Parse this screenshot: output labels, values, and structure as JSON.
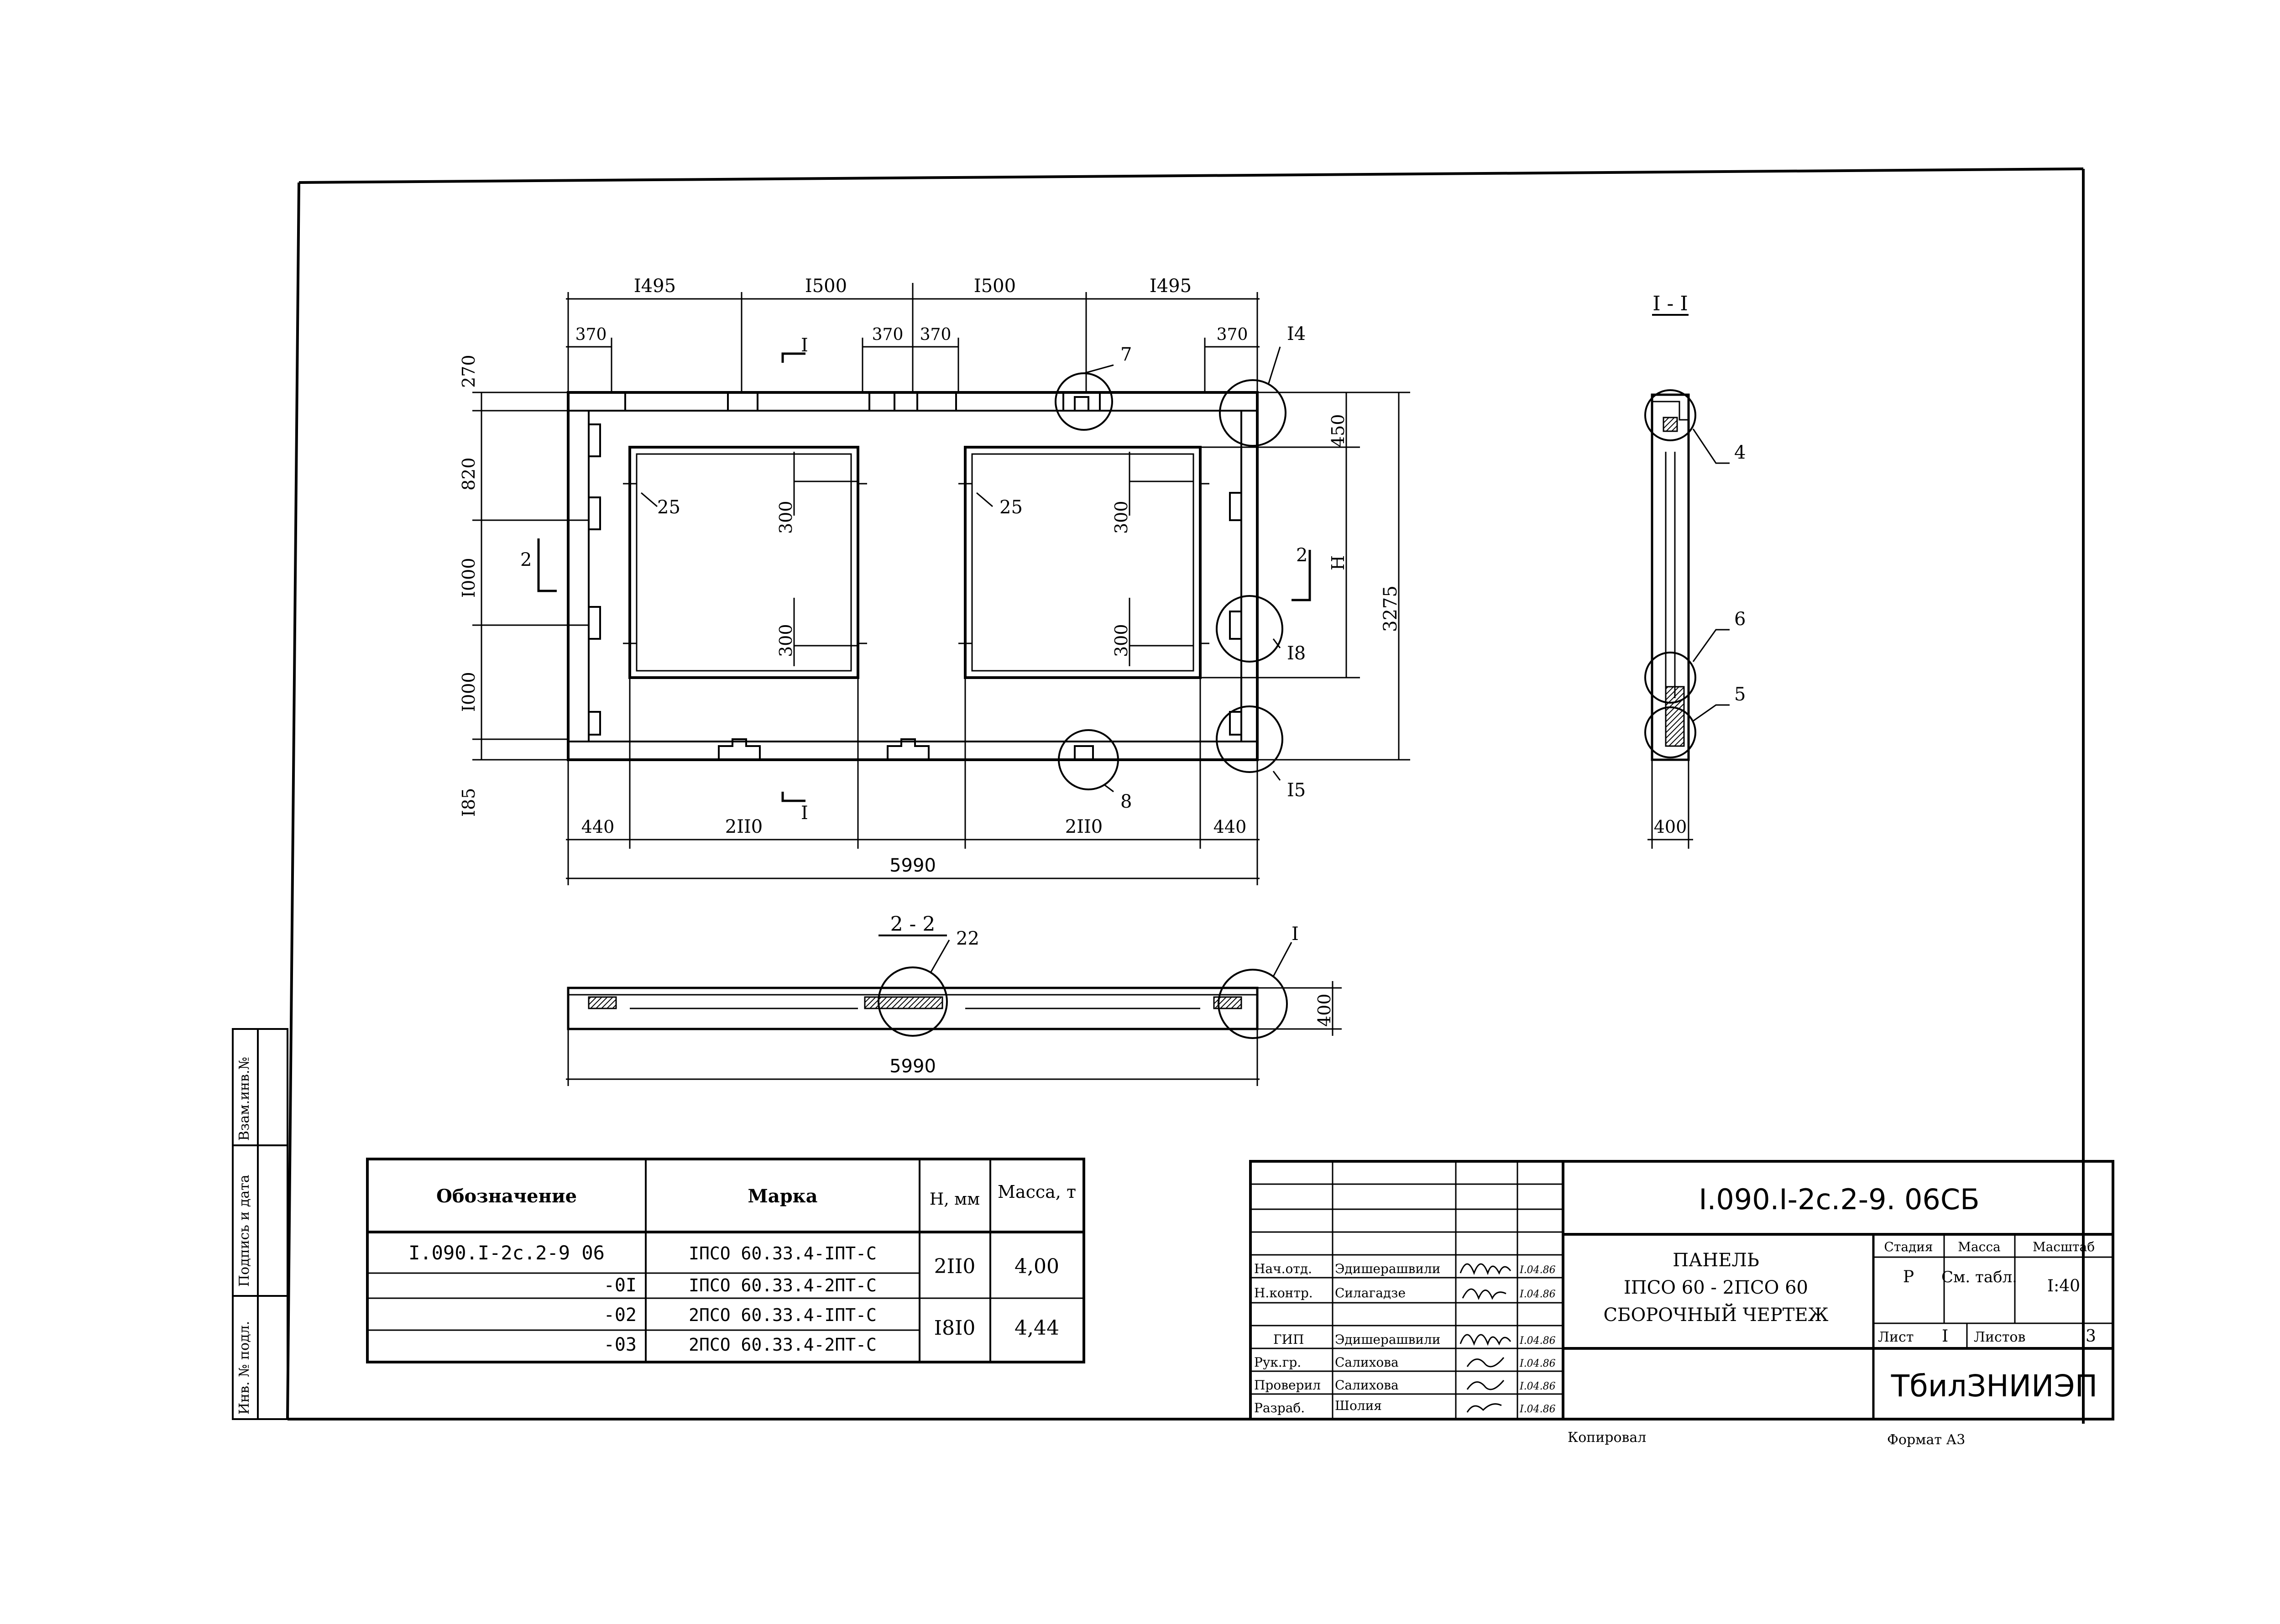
{
  "plan": {
    "dims_top": [
      "I495",
      "I500",
      "I500",
      "I495"
    ],
    "dims_top_small": [
      "370",
      "370",
      "370",
      "370"
    ],
    "dims_left": [
      "270",
      "820",
      "I000",
      "I000",
      "I85"
    ],
    "dims_bottom": [
      "440",
      "2II0",
      "2II0",
      "440"
    ],
    "total_width": "5990",
    "dims_right_450": "450",
    "dim_h": "H",
    "dim_3275": "3275",
    "opening_300": "300",
    "callout_25": "25",
    "callouts": {
      "c7": "7",
      "c8": "8",
      "c14": "I4",
      "c18": "I8",
      "c15": "I5"
    },
    "section_1": "I",
    "section_2": "2"
  },
  "section_11": {
    "title": "I - I",
    "width": "400",
    "callouts": {
      "c4": "4",
      "c6": "6",
      "c5": "5"
    }
  },
  "section_22": {
    "title": "2 - 2",
    "callout_22": "22",
    "callout_1": "I",
    "height": "400",
    "width": "5990"
  },
  "spec_table": {
    "headers": {
      "designation": "Обозначение",
      "mark": "Марка",
      "h": "H, мм",
      "mass": "Масса, т"
    },
    "rows": [
      {
        "designation": "I.090.I-2c.2-9 06",
        "mark": "IПСО 60.33.4-IПТ-С"
      },
      {
        "designation": "-0I",
        "mark": "IПСО 60.33.4-2ПТ-С"
      },
      {
        "designation": "-02",
        "mark": "2ПСО 60.33.4-IПТ-С"
      },
      {
        "designation": "-03",
        "mark": "2ПСО 60.33.4-2ПТ-С"
      }
    ],
    "groups": [
      {
        "h": "2II0",
        "mass": "4,00"
      },
      {
        "h": "I8I0",
        "mass": "4,44"
      }
    ]
  },
  "title_block": {
    "doc_code": "I.090.I-2c.2-9. 06СБ",
    "name_lines": [
      "ПАНЕЛЬ",
      "IПСО 60 - 2ПСО 60",
      "СБОРОЧНЫЙ ЧЕРТЕЖ"
    ],
    "stage_h": "Стадия",
    "mass_h": "Масса",
    "scale_h": "Масштаб",
    "stage": "Р",
    "mass": "См. табл.",
    "scale": "I:40",
    "sheet_label": "Лист",
    "sheet": "I",
    "sheets_label": "Листов",
    "sheets": "3",
    "org": "ТбилЗНИИЭП",
    "people": [
      {
        "role": "Нач.отд.",
        "name": "Эдишерашвили",
        "date": "I.04.86"
      },
      {
        "role": "Н.контр.",
        "name": "Силагадзе",
        "date": "I.04.86"
      },
      {
        "role": "ГИП",
        "name": "Эдишерашвили",
        "date": "I.04.86"
      },
      {
        "role": "Рук.гр.",
        "name": "Салихова",
        "date": "I.04.86"
      },
      {
        "role": "Проверил",
        "name": "Салихова",
        "date": "I.04.86"
      },
      {
        "role": "Разраб.",
        "name": "Шолия",
        "date": "I.04.86"
      }
    ]
  },
  "left_stamp": [
    "Инв. № подл.",
    "Подпись и дата",
    "Взам.инв.№"
  ],
  "footer": {
    "copied": "Копировал",
    "format": "Формат А3"
  }
}
